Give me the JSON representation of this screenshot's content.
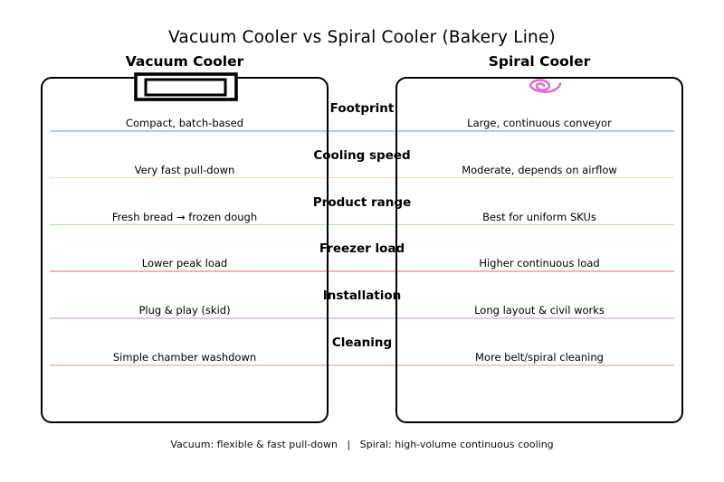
{
  "title": "Vacuum Cooler vs Spiral Cooler (Bakery Line)",
  "left_panel": {
    "header": "Vacuum Cooler",
    "icon": "vacuum-chamber-icon"
  },
  "right_panel": {
    "header": "Spiral Cooler",
    "icon": "spiral-icon"
  },
  "rows": [
    {
      "category": "Footprint",
      "vacuum": "Compact, batch-based",
      "spiral": "Large, continuous conveyor",
      "line_color": "#aecbe8"
    },
    {
      "category": "Cooling speed",
      "vacuum": "Very fast pull-down",
      "spiral": "Moderate, depends on airflow",
      "line_color": "#ffd6ab"
    },
    {
      "category": "Product range",
      "vacuum": "Fresh bread → frozen dough",
      "spiral": "Best for uniform SKUs",
      "line_color": "#b6ddb6"
    },
    {
      "category": "Freezer load",
      "vacuum": "Lower peak load",
      "spiral": "Higher continuous load",
      "line_color": "#f2b5b4"
    },
    {
      "category": "Installation",
      "vacuum": "Plug & play (skid)",
      "spiral": "Long layout & civil works",
      "line_color": "#dacbe9"
    },
    {
      "category": "Cleaning",
      "vacuum": "Simple chamber washdown",
      "spiral": "More belt/spiral cleaning",
      "line_color": "#e6d0ca"
    }
  ],
  "caption": "Vacuum: flexible & fast pull-down   |   Spiral: high-volume continuous cooling",
  "colors": {
    "background": "#ffffff",
    "panel_border": "#000000",
    "spiral_icon": "#da70d6",
    "text": "#000000"
  }
}
